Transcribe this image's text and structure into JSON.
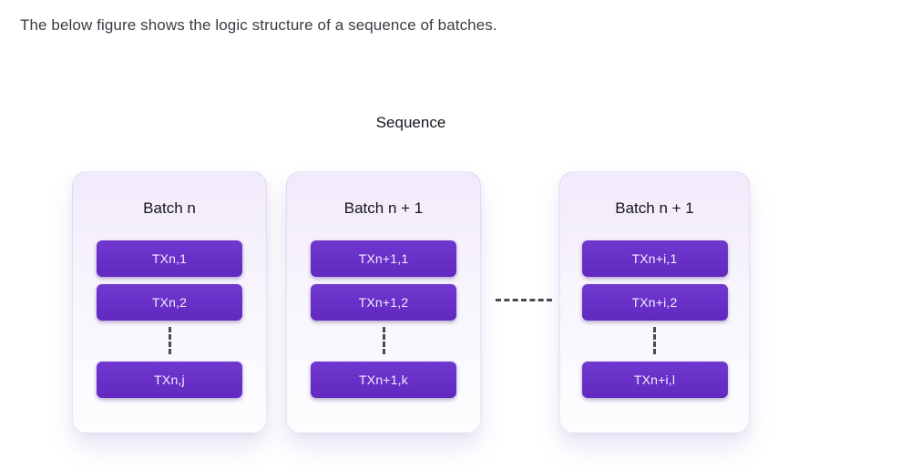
{
  "page": {
    "caption": "The below figure shows the logic structure of a sequence of batches.",
    "diagram_title": "Sequence"
  },
  "colors": {
    "accent_purple": "#6930c8",
    "tx_label_text": "#f3edff",
    "card_background_top": "#f1eafb",
    "card_background_bottom": "#fdfdff",
    "title_text": "#15151f",
    "caption_text": "#3b3b44",
    "dash_color": "#4a4a52"
  },
  "icons": {
    "vertical_ellipsis": "vertical-dashed-dots",
    "connector": "horizontal-dashed-line"
  },
  "batches": [
    {
      "title": "Batch n",
      "transactions": [
        "TXn,1",
        "TXn,2",
        "TXn,j"
      ]
    },
    {
      "title": "Batch n + 1",
      "transactions": [
        "TXn+1,1",
        "TXn+1,2",
        "TXn+1,k"
      ]
    },
    {
      "title": "Batch n + 1",
      "transactions": [
        "TXn+i,1",
        "TXn+i,2",
        "TXn+i,l"
      ]
    }
  ]
}
